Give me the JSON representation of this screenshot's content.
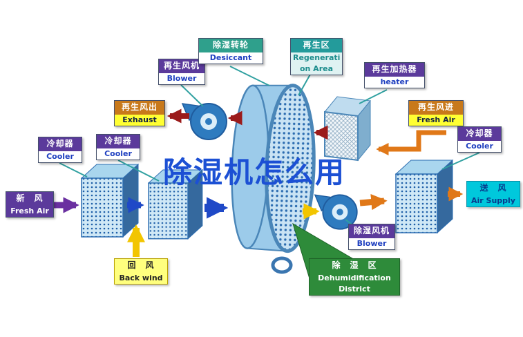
{
  "title": "除湿机怎么用",
  "colors": {
    "title_blue": "#1c50d4",
    "purple": "#5b3a9b",
    "teal": "#2fa0a0",
    "yellow_box": "#ffff7e",
    "cyan_box": "#00c8dc",
    "green_box": "#2e8b3a",
    "orange_header": "#c8791b",
    "arrow_blue": "#1f49c7",
    "arrow_red": "#9b1b1b",
    "arrow_orange": "#e07818",
    "arrow_purple": "#6a30a0",
    "arrow_yellow": "#f2c500"
  },
  "labels": {
    "regen_blower": {
      "zh": "再生风机",
      "en": "Blower"
    },
    "desiccant": {
      "zh": "除湿转轮",
      "en": "Desiccant"
    },
    "regen_area": {
      "zh": "再生区",
      "en_line1": "Regenerati",
      "en_line2": "on Area"
    },
    "regen_heater": {
      "zh": "再生加热器",
      "en": "heater"
    },
    "exhaust": {
      "zh": "再生风出",
      "en": "Exhaust"
    },
    "regen_fresh_air": {
      "zh": "再生风进",
      "en": "Fresh Air"
    },
    "cooler_left_outer": {
      "zh": "冷却器",
      "en": "Cooler"
    },
    "cooler_left_inner": {
      "zh": "冷却器",
      "en": "Cooler"
    },
    "cooler_right": {
      "zh": "冷却器",
      "en": "Cooler"
    },
    "fresh_air_inlet": {
      "zh": "新　风",
      "en": "Fresh Air"
    },
    "air_supply": {
      "zh": "送　风",
      "en": "Air Supply"
    },
    "back_wind": {
      "zh": "回　风",
      "en": "Back wind"
    },
    "dehum_blower": {
      "zh": "除湿风机",
      "en": "Blower"
    },
    "dehum_district": {
      "zh": "除　湿　区",
      "en_line1": "Dehumidification",
      "en_line2": "District"
    }
  }
}
